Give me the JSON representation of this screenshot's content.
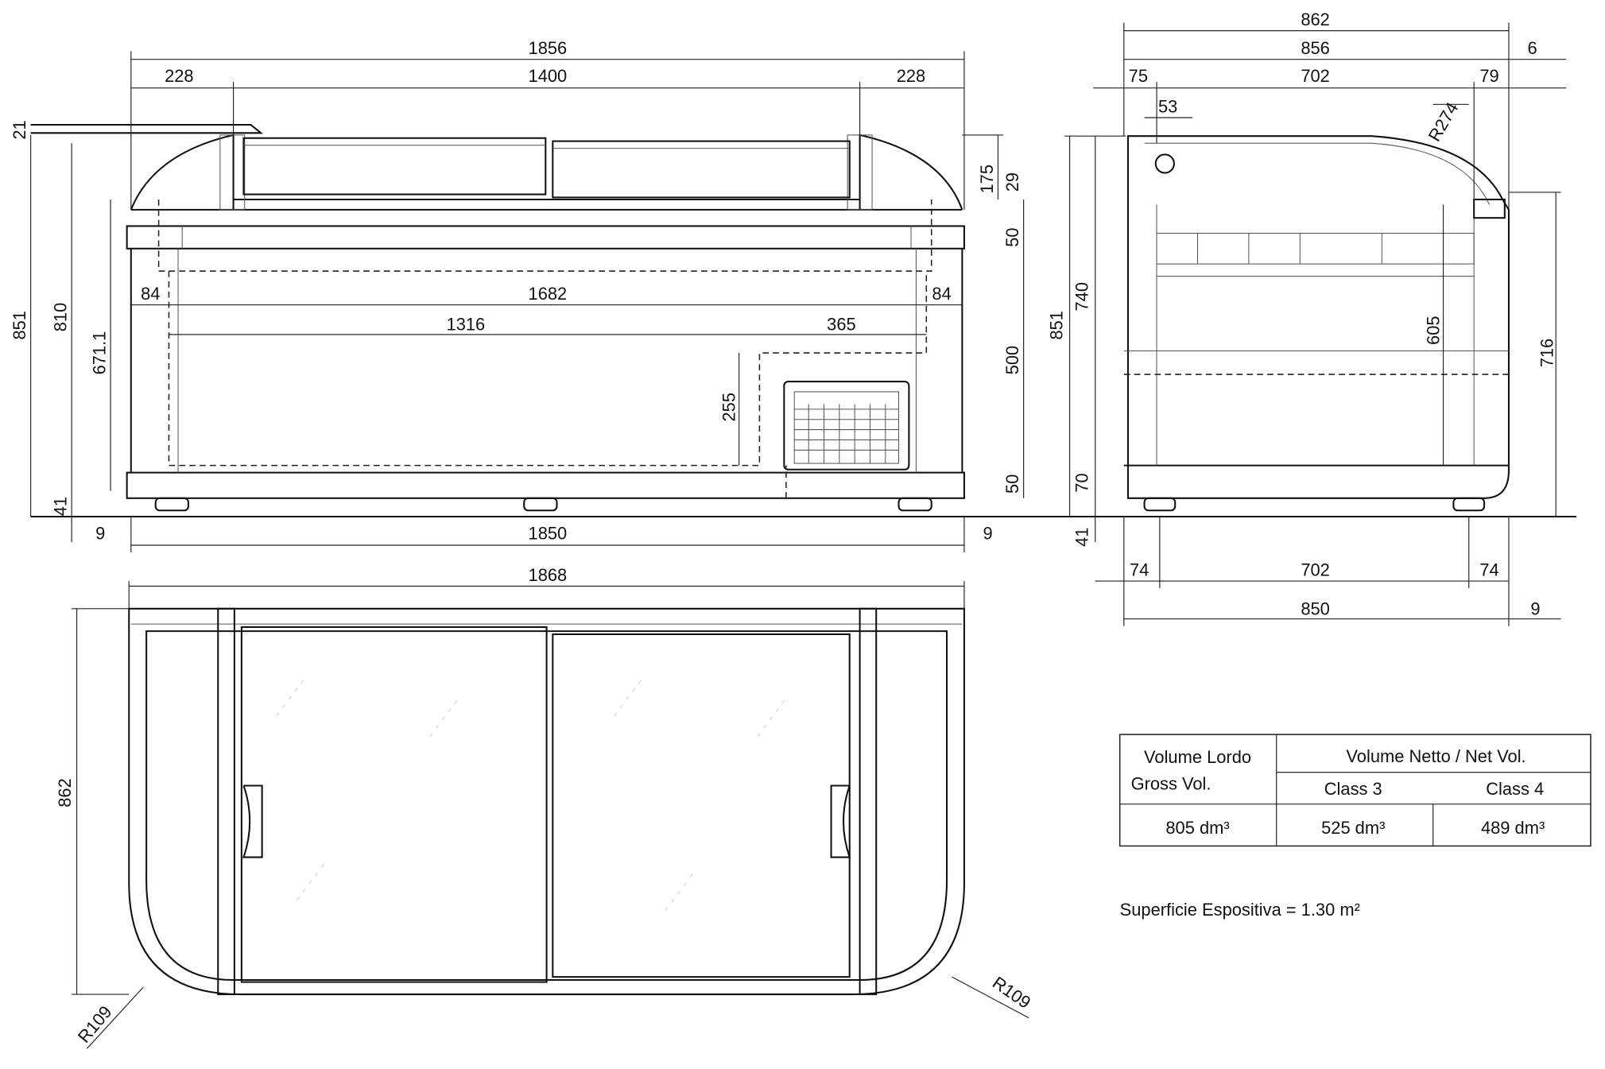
{
  "front_view": {
    "overall_width": "1856",
    "side_left": "228",
    "center": "1400",
    "side_right": "228",
    "top_offset": "21",
    "total_height": "851",
    "body_height": "810",
    "inner_height": "671.1",
    "foot_height": "41",
    "lid_height": "175",
    "lid_top": "29",
    "rim": "50",
    "basket_height": "500",
    "base": "50",
    "margin_left": "84",
    "inner_width": "1682",
    "margin_right": "84",
    "inner_left": "1316",
    "compressor_width": "365",
    "compressor_height": "255",
    "gap_left": "9",
    "base_width": "1850",
    "gap_right": "9"
  },
  "side_view": {
    "overall_depth": "862",
    "depth": "856",
    "overhang": "6",
    "left": "75",
    "center": "702",
    "right": "79",
    "hinge": "53",
    "radius": "R274",
    "total_height": "851",
    "body_height": "740",
    "inner_height": "605",
    "rim_height": "716",
    "base": "70",
    "foot": "41",
    "foot_left": "74",
    "foot_span": "702",
    "foot_right": "74",
    "base_depth": "850",
    "gap": "9"
  },
  "top_view": {
    "width": "1868",
    "depth": "862",
    "radius_left": "R109",
    "radius_right": "R109"
  },
  "volume_table": {
    "gross_header_1": "Volume Lordo",
    "gross_header_2": "Gross Vol.",
    "net_header": "Volume Netto / Net Vol.",
    "class3": "Class 3",
    "class4": "Class 4",
    "gross_value": "805 dm³",
    "class3_value": "525 dm³",
    "class4_value": "489 dm³"
  },
  "display_surface": "Superficie Espositiva  = 1.30 m²"
}
